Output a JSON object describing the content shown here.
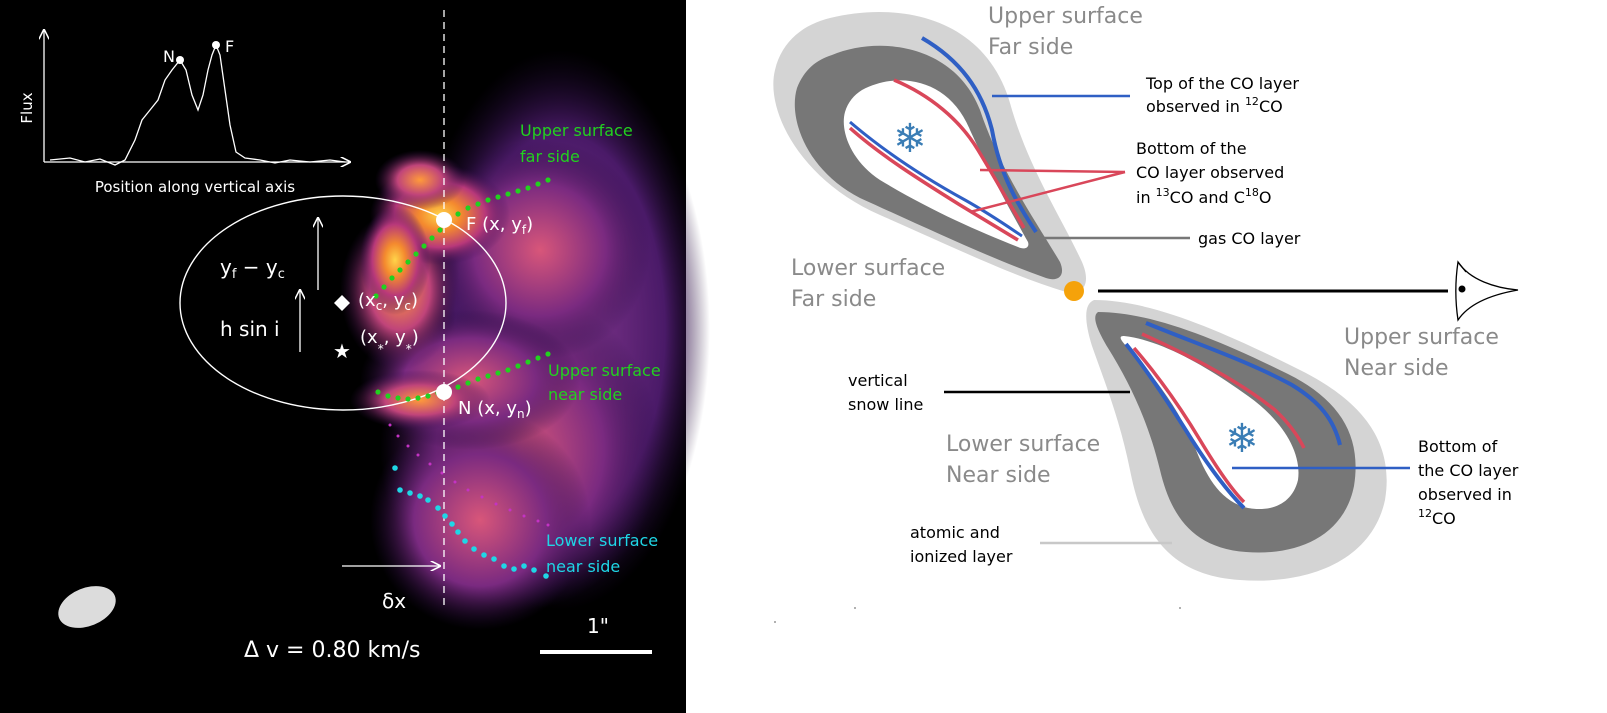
{
  "left_panel": {
    "flux_inset": {
      "y_axis_label": "Flux",
      "x_axis_label": "Position along vertical axis",
      "peak_near": "N",
      "peak_far": "F"
    },
    "labels": {
      "upper_far_line1": "Upper surface",
      "upper_far_line2": "far side",
      "upper_near_line1": "Upper surface",
      "upper_near_line2": "near side",
      "lower_near_line1": "Lower surface",
      "lower_near_line2": "near side",
      "point_f_letter": "F",
      "point_f_coords": "(x, y",
      "point_f_sub": "f",
      "point_n_letter": "N",
      "point_n_coords": "(x, y",
      "point_n_sub": "n",
      "center_open": "(x",
      "center_sub_x": "c",
      "center_mid": ", y",
      "center_sub_y": "c",
      "center_close": ")",
      "star_text": "(x",
      "star_mid": ", y",
      "star_close": ")",
      "star_sub": "*",
      "yf_minus_yc_a": "y",
      "yf_minus_yc_sub_a": "f",
      "yf_minus_yc_mid": " − y",
      "yf_minus_yc_sub_b": "c",
      "h_sin_i": "h sin i",
      "delta_x": "δx",
      "scale_bar": "1\"",
      "delta_v": "Δ v = 0.80 km/s"
    },
    "colors": {
      "background": "#000000",
      "upper_surface_dots": "#22d11f",
      "lower_surface_dots": "#1fd6e6",
      "magenta_dots": "#c433c4",
      "ellipse": "#ffffff"
    }
  },
  "right_panel": {
    "labels": {
      "upper_far_line1": "Upper surface",
      "upper_far_line2": "Far side",
      "lower_far_line1": "Lower surface",
      "lower_far_line2": "Far side",
      "upper_near_line1": "Upper surface",
      "upper_near_line2": "Near side",
      "lower_near_line1": "Lower surface",
      "lower_near_line2": "Near side",
      "top_co_line1": "Top of the CO layer",
      "top_co_line2_pre": "observed in ",
      "top_co_line2_sup": "12",
      "top_co_line2_post": "CO",
      "bottom_13_line1": "Bottom of the",
      "bottom_13_line2": "CO layer observed",
      "bottom_13_line3_pre": "in ",
      "bottom_13_line3_sup1": "13",
      "bottom_13_line3_mid": "CO and C",
      "bottom_13_line3_sup2": "18",
      "bottom_13_line3_post": "O",
      "gas_co_layer": "gas CO layer",
      "vertical_snow_line1": "vertical",
      "vertical_snow_line2": "snow line",
      "bottom_12_line1": "Bottom of",
      "bottom_12_line2": "the CO layer",
      "bottom_12_line3": "observed in",
      "bottom_12_line4_sup": "12",
      "bottom_12_line4_post": "CO",
      "atomic_line1": "atomic and",
      "atomic_line2": "ionized layer"
    },
    "colors": {
      "outer_layer": "#d4d4d4",
      "gas_layer": "#777777",
      "frozen_midplane": "#ffffff",
      "co12_line": "#2f5fc4",
      "co13_line": "#d9475a",
      "star": "#f5a20a",
      "snowflake": "#3a7db5",
      "surface_label": "#8a8a8a"
    }
  }
}
